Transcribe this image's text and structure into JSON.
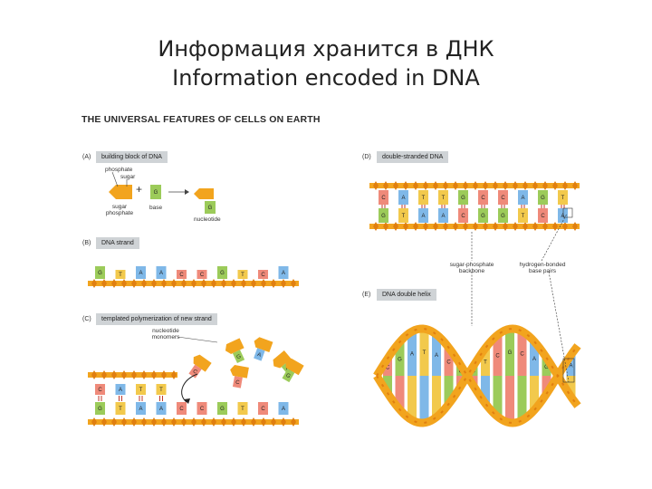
{
  "slide": {
    "title_ru": "Информация хранится в ДНК",
    "title_en": "Information encoded in DNA"
  },
  "figure": {
    "header": "THE UNIVERSAL FEATURES OF CELLS ON EARTH",
    "panel_a": {
      "letter": "(A)",
      "tag": "building block of DNA",
      "phosphate": "phosphate",
      "sugar": "sugar",
      "sugar_phosphate": "sugar\nphosphate",
      "base": "base",
      "nucleotide": "nucleotide",
      "plus": "+",
      "base_letter": "G"
    },
    "panel_b": {
      "letter": "(B)",
      "tag": "DNA strand",
      "bases": [
        "G",
        "T",
        "A",
        "A",
        "C",
        "C",
        "G",
        "T",
        "C",
        "A"
      ]
    },
    "panel_c": {
      "letter": "(C)",
      "tag": "templated polymerization of new strand",
      "monomers_label": "nucleotide\nmonomers",
      "top_bases": [
        "C",
        "A",
        "T",
        "T"
      ],
      "bottom_bases": [
        "G",
        "T",
        "A",
        "A",
        "C",
        "C",
        "G",
        "T",
        "C",
        "A"
      ],
      "free_bases": [
        "C",
        "G",
        "A",
        "G",
        "C",
        "G"
      ]
    },
    "panel_d": {
      "letter": "(D)",
      "tag": "double-stranded DNA",
      "backbone_label": "sugar-phosphate\nbackbone",
      "pairs_label": "hydrogen-bonded\nbase pairs",
      "top_bases": [
        "C",
        "A",
        "T",
        "T",
        "G",
        "C",
        "C",
        "A",
        "G",
        "T"
      ],
      "bottom_bases": [
        "G",
        "T",
        "A",
        "A",
        "C",
        "G",
        "G",
        "T",
        "C",
        "A"
      ]
    },
    "panel_e": {
      "letter": "(E)",
      "tag": "DNA double helix",
      "bases": [
        "C",
        "G",
        "A",
        "T",
        "A",
        "C",
        "G",
        "G",
        "T",
        "C",
        "G",
        "C",
        "A",
        "G",
        "T",
        "A"
      ]
    },
    "colors": {
      "backbone": "#f2a41e",
      "backbone_dark": "#e07f10",
      "A": "#7fb8e8",
      "T": "#f2c94c",
      "G": "#9ccb5a",
      "C": "#ef8a7a",
      "tag_bg": "#cfd3d6"
    }
  }
}
